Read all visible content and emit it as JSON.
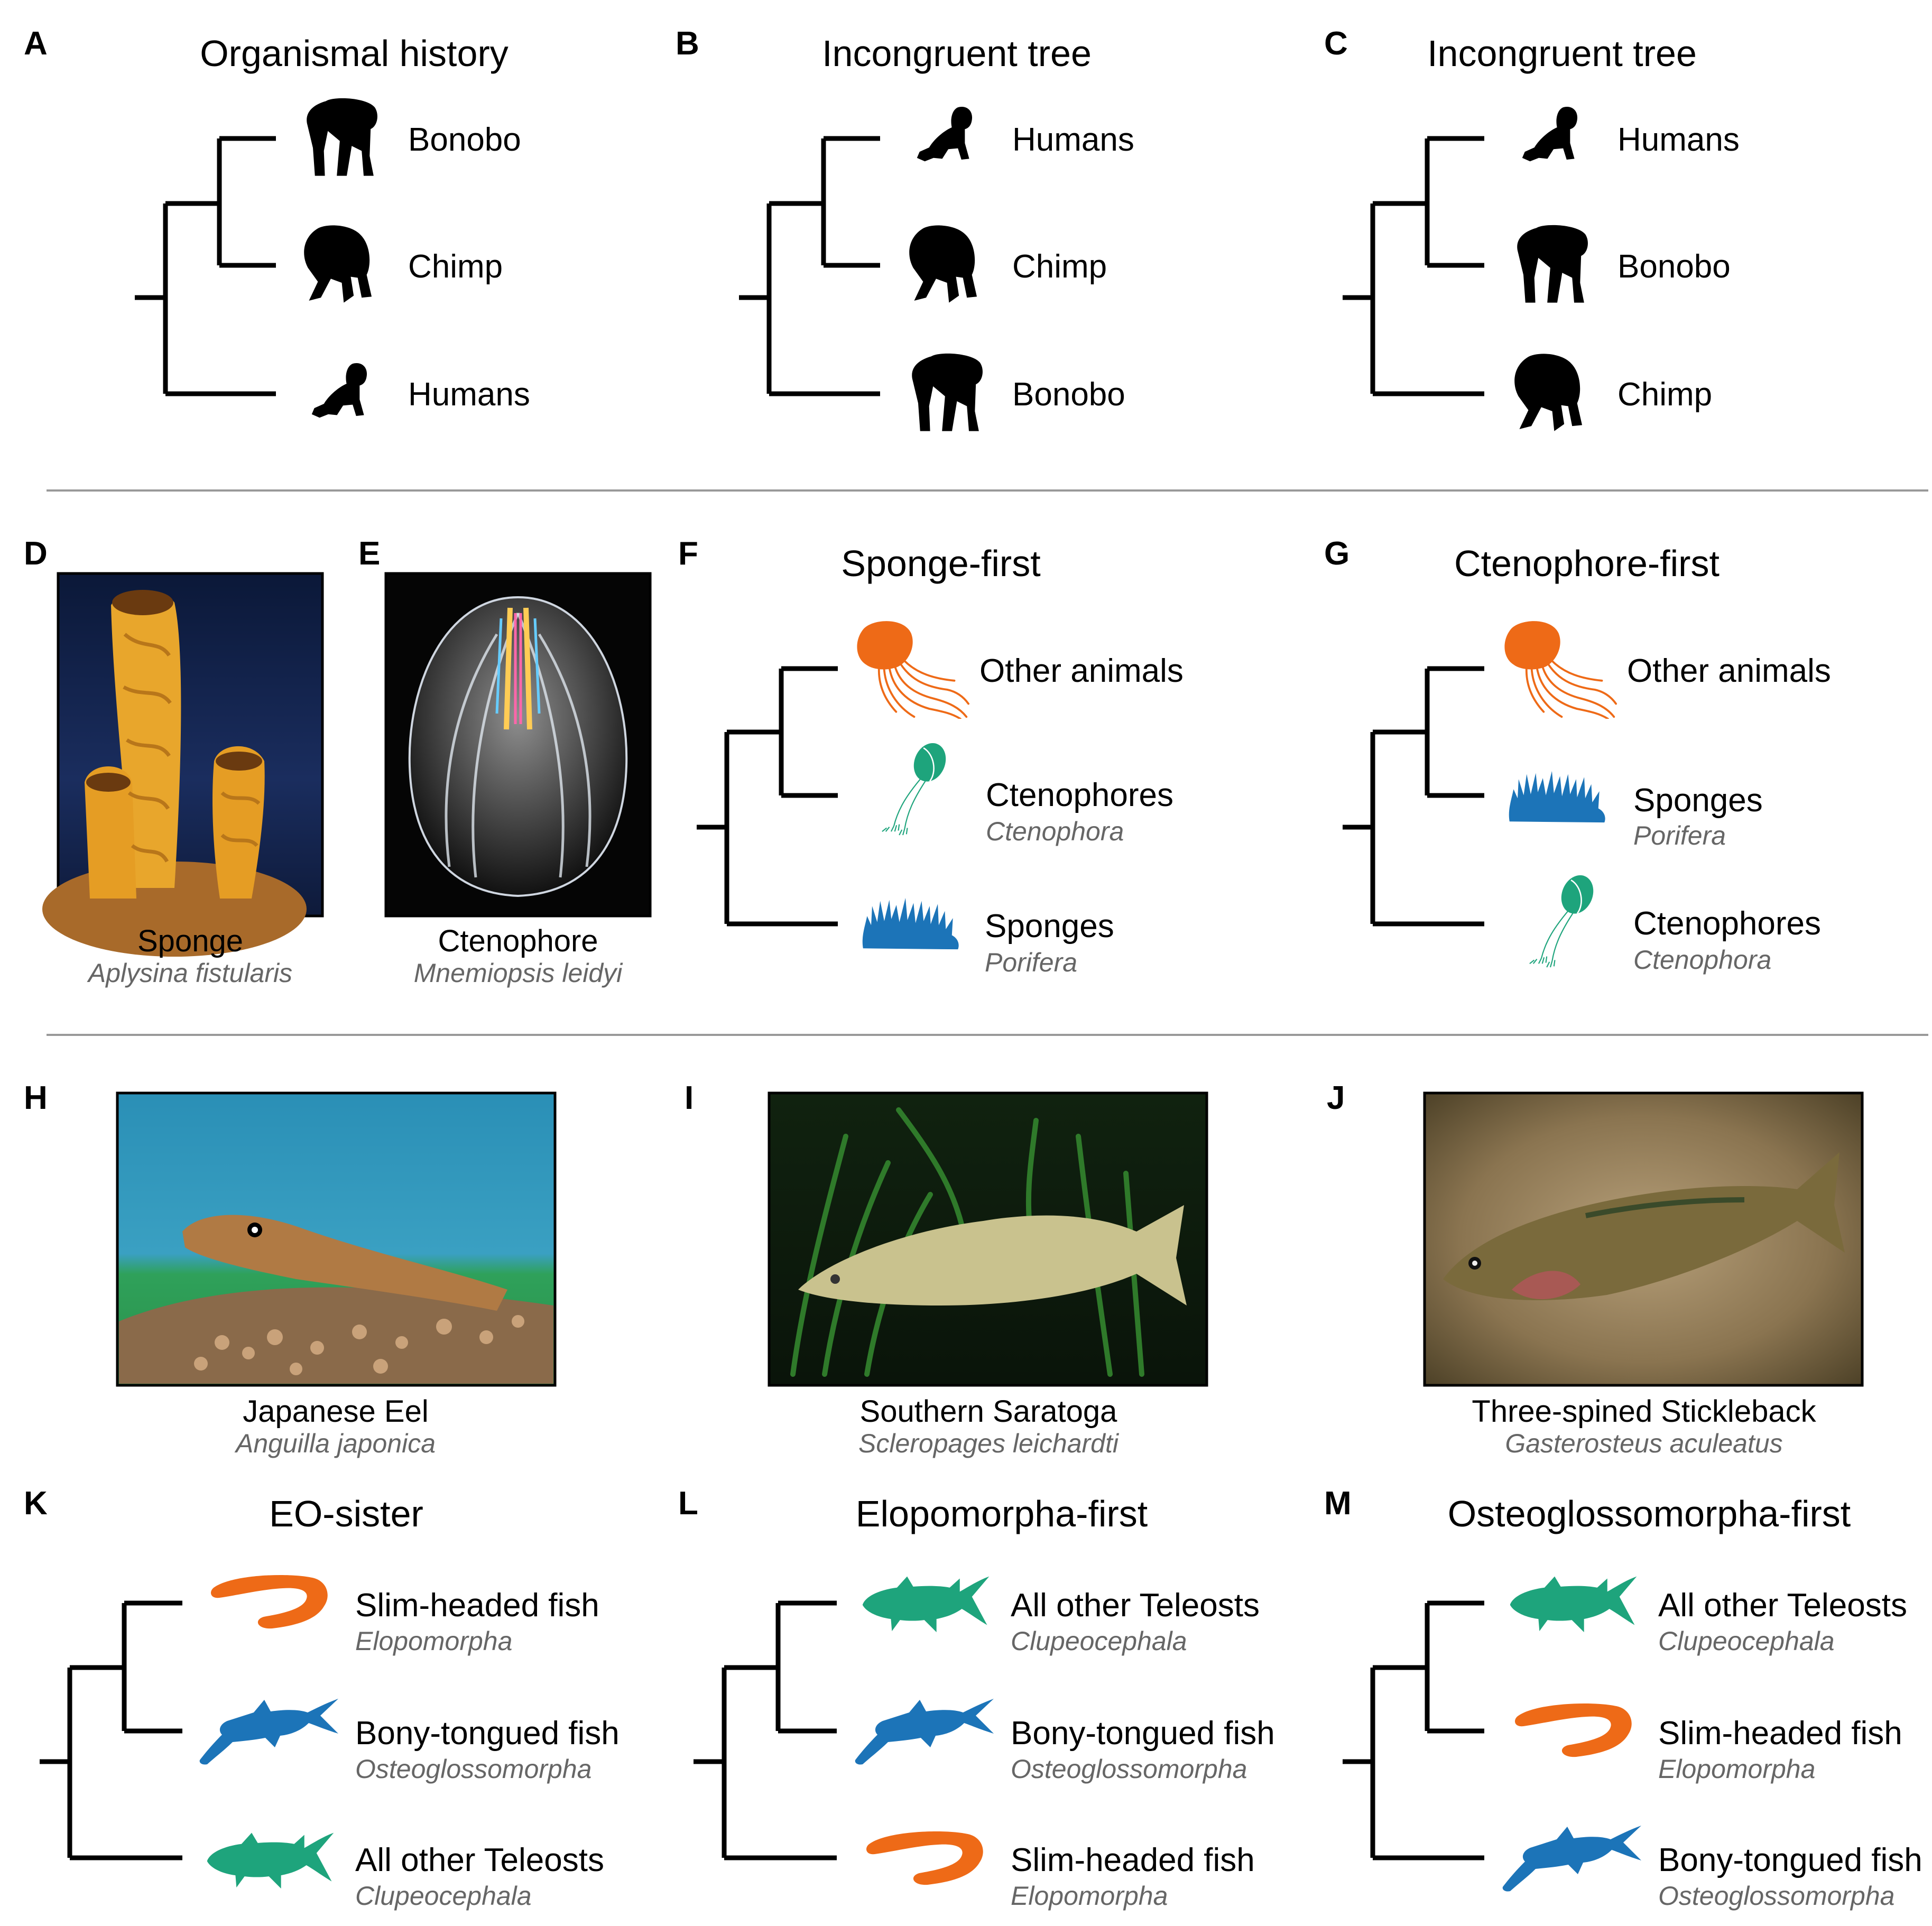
{
  "panels": {
    "A": {
      "letter": "A",
      "title": "Organismal history",
      "taxa": [
        {
          "common": "Bonobo"
        },
        {
          "common": "Chimp"
        },
        {
          "common": "Humans"
        }
      ]
    },
    "B": {
      "letter": "B",
      "title": "Incongruent tree",
      "taxa": [
        {
          "common": "Humans"
        },
        {
          "common": "Chimp"
        },
        {
          "common": "Bonobo"
        }
      ]
    },
    "C": {
      "letter": "C",
      "title": "Incongruent tree",
      "taxa": [
        {
          "common": "Humans"
        },
        {
          "common": "Bonobo"
        },
        {
          "common": "Chimp"
        }
      ]
    },
    "D": {
      "letter": "D",
      "common": "Sponge",
      "scientific": "Aplysina fistularis"
    },
    "E": {
      "letter": "E",
      "common": "Ctenophore",
      "scientific": "Mnemiopsis leidyi"
    },
    "F": {
      "letter": "F",
      "title": "Sponge-first",
      "taxa": [
        {
          "common": "Other animals",
          "scientific": ""
        },
        {
          "common": "Ctenophores",
          "scientific": "Ctenophora"
        },
        {
          "common": "Sponges",
          "scientific": "Porifera"
        }
      ]
    },
    "G": {
      "letter": "G",
      "title": "Ctenophore-first",
      "taxa": [
        {
          "common": "Other animals",
          "scientific": ""
        },
        {
          "common": "Sponges",
          "scientific": "Porifera"
        },
        {
          "common": "Ctenophores",
          "scientific": "Ctenophora"
        }
      ]
    },
    "H": {
      "letter": "H",
      "common": "Japanese Eel",
      "scientific": "Anguilla japonica"
    },
    "I": {
      "letter": "I",
      "common": "Southern Saratoga",
      "scientific": "Scleropages leichardti"
    },
    "J": {
      "letter": "J",
      "common": "Three-spined Stickleback",
      "scientific": "Gasterosteus aculeatus"
    },
    "K": {
      "letter": "K",
      "title": "EO-sister",
      "taxa": [
        {
          "common": "Slim-headed fish",
          "scientific": "Elopomorpha"
        },
        {
          "common": "Bony-tongued fish",
          "scientific": "Osteoglossomorpha"
        },
        {
          "common": "All other Teleosts",
          "scientific": "Clupeocephala"
        }
      ]
    },
    "L": {
      "letter": "L",
      "title": "Elopomorpha-first",
      "taxa": [
        {
          "common": "All other Teleosts",
          "scientific": "Clupeocephala"
        },
        {
          "common": "Bony-tongued fish",
          "scientific": "Osteoglossomorpha"
        },
        {
          "common": "Slim-headed fish",
          "scientific": "Elopomorpha"
        }
      ]
    },
    "M": {
      "letter": "M",
      "title": "Osteoglossomorpha-first",
      "taxa": [
        {
          "common": "All other Teleosts",
          "scientific": "Clupeocephala"
        },
        {
          "common": "Slim-headed fish",
          "scientific": "Elopomorpha"
        },
        {
          "common": "Bony-tongued fish",
          "scientific": "Osteoglossomorpha"
        }
      ]
    }
  },
  "colors": {
    "orange": "#ee6a17",
    "blue": "#1c74b8",
    "green": "#1ea47c",
    "text": "#000000",
    "italic_text": "#666666",
    "divider": "#999999"
  },
  "icons": [
    "bonobo-silhouette-icon",
    "chimp-silhouette-icon",
    "human-baby-silhouette-icon",
    "jellyfish-icon",
    "ctenophore-icon",
    "sponge-icon",
    "eel-icon",
    "bonytongue-fish-icon",
    "teleost-fish-icon"
  ]
}
